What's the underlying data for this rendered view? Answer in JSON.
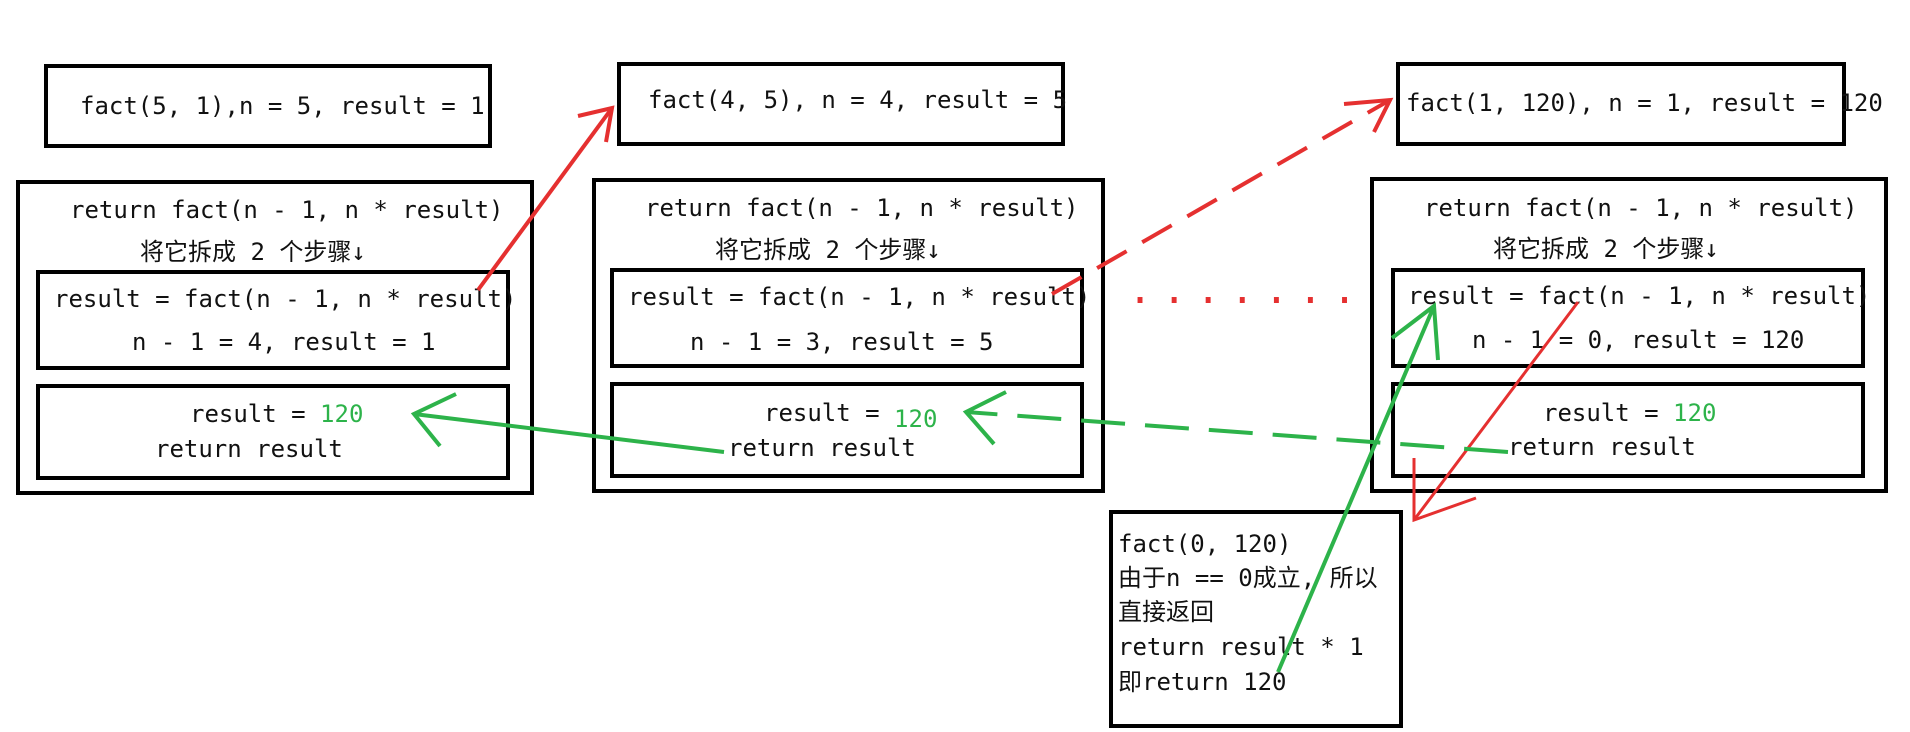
{
  "frames": [
    {
      "header": "fact(5, 1),n = 5, result = 1",
      "return_line": "return fact(n - 1, n * result)",
      "split_note": "将它拆成 2 个步骤↓",
      "step1_line": "result = fact(n - 1, n * result)",
      "step1_values": "n - 1 = 4, result = 1",
      "result_label": "result = ",
      "result_value": "120",
      "return_result": "return result"
    },
    {
      "header": "fact(4, 5), n = 4, result = 5",
      "return_line": "return fact(n - 1, n * result)",
      "split_note": "将它拆成 2 个步骤↓",
      "step1_line": "result = fact(n - 1, n * result)",
      "step1_values": "n - 1 = 3, result = 5",
      "result_label": "result = ",
      "result_value": "120",
      "return_result": "return result"
    },
    {
      "header": "fact(1, 120), n = 1, result = 120",
      "return_line": "return fact(n - 1, n * result)",
      "split_note": "将它拆成 2 个步骤↓",
      "step1_line": "result = fact(n - 1, n * result)",
      "step1_values": "n - 1 = 0, result = 120",
      "result_label": "result = ",
      "result_value": "120",
      "return_result": "return result"
    }
  ],
  "ellipsis": ".......",
  "base_case": {
    "line1": "fact(0, 120)",
    "line2": "由于n == 0成立, 所以",
    "line3": "直接返回",
    "line4": "return result * 1",
    "line5": "即return 120"
  },
  "colors": {
    "call_arrow": "#e53030",
    "return_arrow": "#2db34a",
    "result_value": "#2db34a"
  }
}
